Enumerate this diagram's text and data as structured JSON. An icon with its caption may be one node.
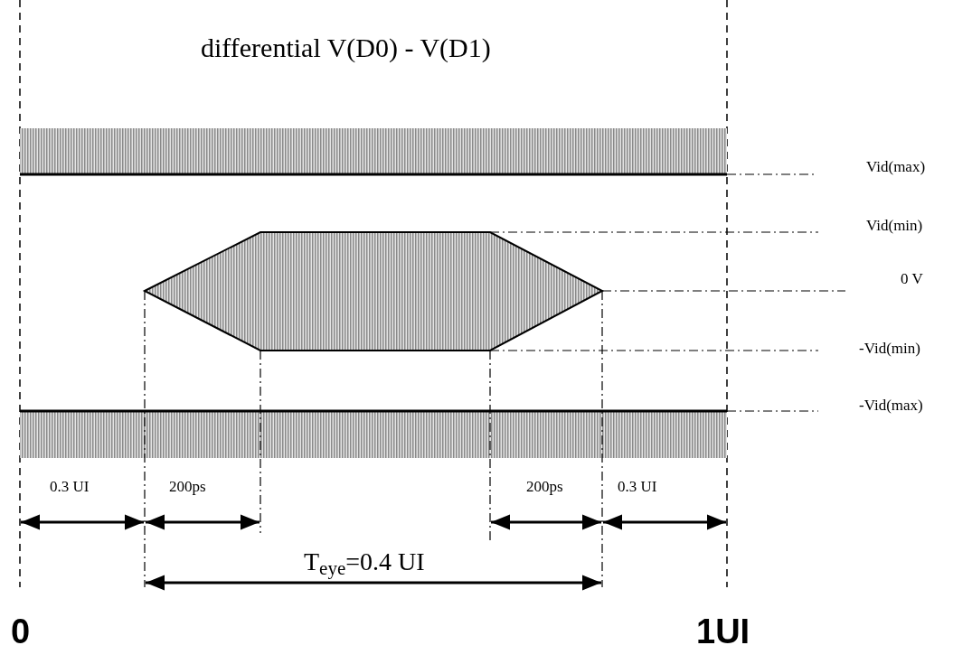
{
  "diagram": {
    "title": "differential V(D0) - V(D1)",
    "labels": [
      "Vid(max)",
      "Vid(min)",
      "0 V",
      "-Vid(min)",
      "-Vid(max)",
      "0.3 UI",
      "200ps",
      "200ps",
      "0.3 UI",
      "T$_{eye}$=0.4 UI",
      "0",
      "1UI"
    ]
  }
}
